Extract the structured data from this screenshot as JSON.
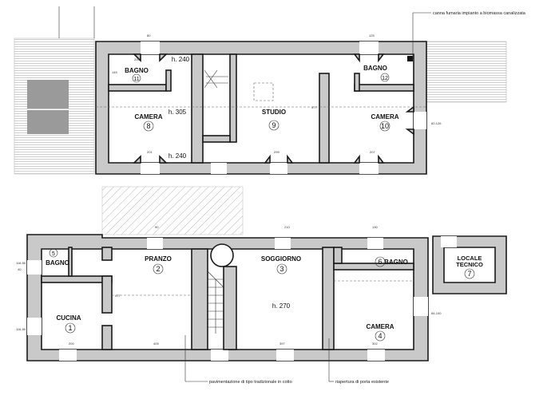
{
  "upper_floor": {
    "rooms": [
      {
        "name": "BAGNO",
        "number": "11"
      },
      {
        "name": "CAMERA",
        "number": "8",
        "height": "h. 305"
      },
      {
        "name": "STUDIO",
        "number": "9"
      },
      {
        "name": "BAGNO",
        "number": "12"
      },
      {
        "name": "CAMERA",
        "number": "10"
      }
    ],
    "height_labels": [
      "h. 240",
      "h. 240"
    ],
    "notes": [
      "canna fumaria impianto a biomassa canalizzata"
    ],
    "dimensions": [
      "200",
      "145",
      "201",
      "299",
      "207",
      "477",
      "82-126",
      "80",
      "125"
    ]
  },
  "ground_floor": {
    "rooms": [
      {
        "name": "BAGNO",
        "number": "5"
      },
      {
        "name": "CUCINA",
        "number": "1"
      },
      {
        "name": "PRANZO",
        "number": "2"
      },
      {
        "name": "SOGGIORNO",
        "number": "3",
        "height": "h. 270"
      },
      {
        "name": "BAGNO",
        "number": "6"
      },
      {
        "name": "CAMERA",
        "number": "4"
      },
      {
        "name": "LOCALE TECNICO",
        "number": "7"
      }
    ],
    "notes": [
      "pavimentazione di tipo tradizionale in cotto",
      "riapertura di porta esistente"
    ],
    "dimensions": [
      "116-50",
      "40",
      "116-50",
      "200",
      "405",
      "397",
      "302",
      "477",
      "84-100",
      "210",
      "90",
      "130"
    ]
  }
}
